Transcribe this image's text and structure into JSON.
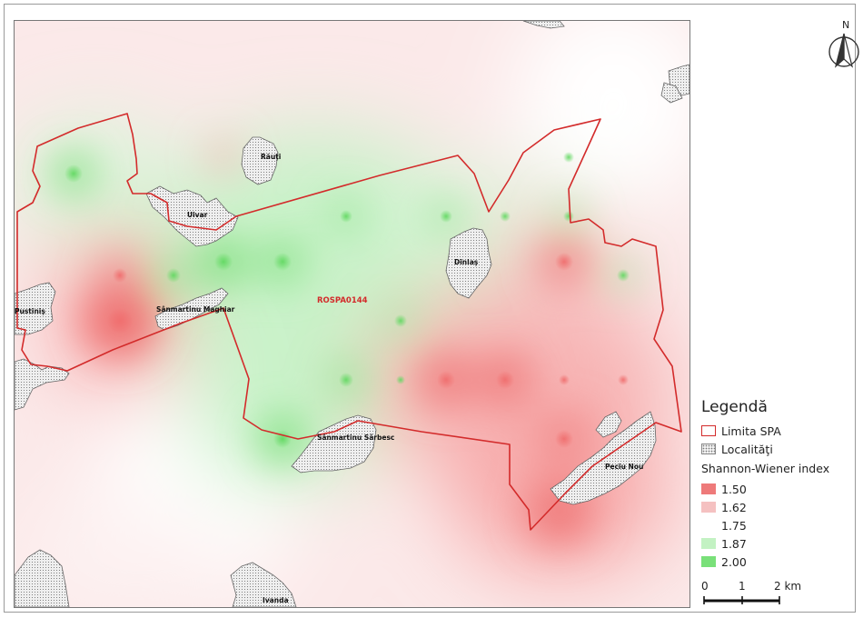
{
  "map": {
    "spa_label": "ROSPA0144",
    "places": {
      "rauti": "Răuţi",
      "uivar": "Uivar",
      "dinlas": "Dinlaş",
      "pustinis": "Pustiniş",
      "sanmartinu_maghiar": "Sânmartinu Maghiar",
      "sanmartinu_sarbesc": "Sânmartinu Sârbesc",
      "peciu_nou": "Peciu Nou",
      "ivanda": "Ivanda"
    },
    "colors": {
      "spa_border": "#d32b2b",
      "low": "#f07a7a",
      "mid": "#ffffff",
      "high": "#74e274"
    }
  },
  "north_arrow": {
    "label": "N"
  },
  "legend": {
    "title": "Legendă",
    "spa": "Limita SPA",
    "localities": "Localităţi",
    "index_title": "Shannon-Wiener index",
    "classes": [
      {
        "label": "1.50",
        "color": "#ee7a7a"
      },
      {
        "label": "1.62",
        "color": "#f5c1c1"
      },
      {
        "label": "1.75",
        "color": "#ffffff"
      },
      {
        "label": "1.87",
        "color": "#c3f2c3"
      },
      {
        "label": "2.00",
        "color": "#79e079"
      }
    ]
  },
  "scalebar": {
    "labels": [
      "0",
      "1",
      "2 km"
    ]
  }
}
